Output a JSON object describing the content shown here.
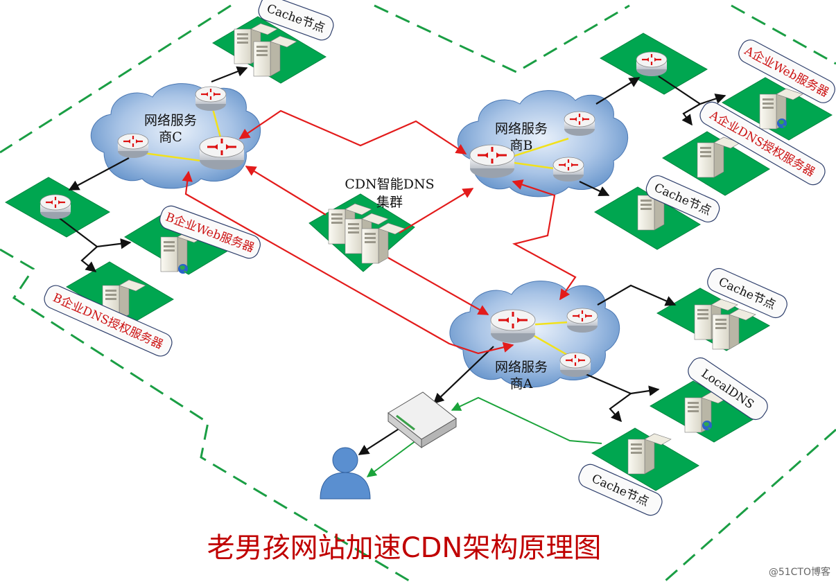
{
  "title": "老男孩网站加速CDN架构原理图",
  "watermark": "@51CTO博客",
  "isps": {
    "a": {
      "line1": "网络服务",
      "line2": "商A"
    },
    "b": {
      "line1": "网络服务",
      "line2": "商B"
    },
    "c": {
      "line1": "网络服务",
      "line2": "商C"
    }
  },
  "dns_cluster": {
    "line1": "CDN智能DNS",
    "line2": "集群"
  },
  "labels": {
    "cache_c": "Cache节点",
    "web_a": "A企业Web服务器",
    "dns_a": "A企业DNS授权服务器",
    "cache_b": "Cache节点",
    "web_b": "B企业Web服务器",
    "dns_b": "B企业DNS授权服务器",
    "cache_a1": "Cache节点",
    "localdns": "LocalDNS",
    "cache_a2": "Cache节点"
  },
  "colors": {
    "green_pad": "#00a650",
    "red_path": "#e31b1b",
    "green_path": "#1aa33a",
    "dashed_zone": "#1a9e44",
    "title": "#c00000",
    "cloud": "#7ea7d6"
  }
}
